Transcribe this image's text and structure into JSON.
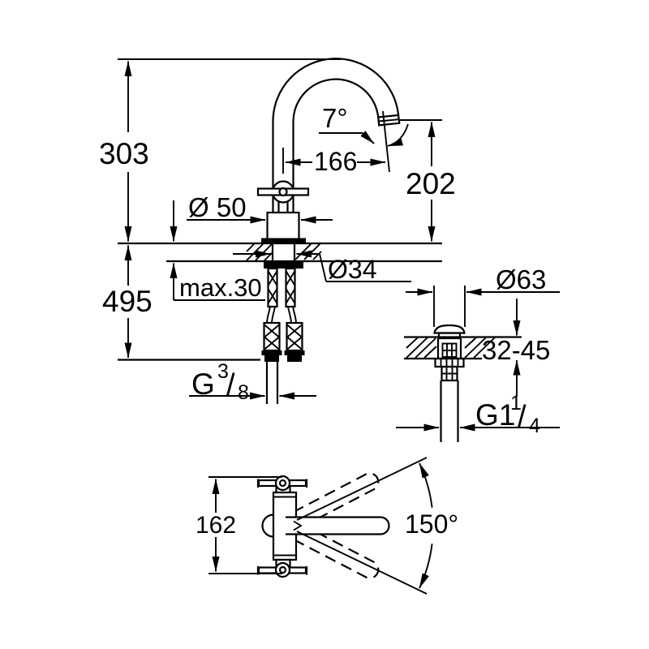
{
  "front_view": {
    "total_height_label": "303",
    "below_deck_label": "495",
    "deck_max_label": "max.30",
    "body_diameter_label": "Ø 50",
    "shank_diameter_label": "Ø34",
    "spout_reach_label": "166",
    "spout_tilt_label": "7°",
    "outlet_height_label": "202",
    "supply_thread": {
      "prefix": "G",
      "sup": "3",
      "slash": "/",
      "sub": "8"
    }
  },
  "waste_view": {
    "flange_diameter_label": "Ø63",
    "deck_range_label": "32-45",
    "thread": {
      "prefix": "G1",
      "sup": "1",
      "slash": "/",
      "sub": "4"
    }
  },
  "top_view": {
    "width_label": "162",
    "swivel_angle_label": "150°"
  }
}
